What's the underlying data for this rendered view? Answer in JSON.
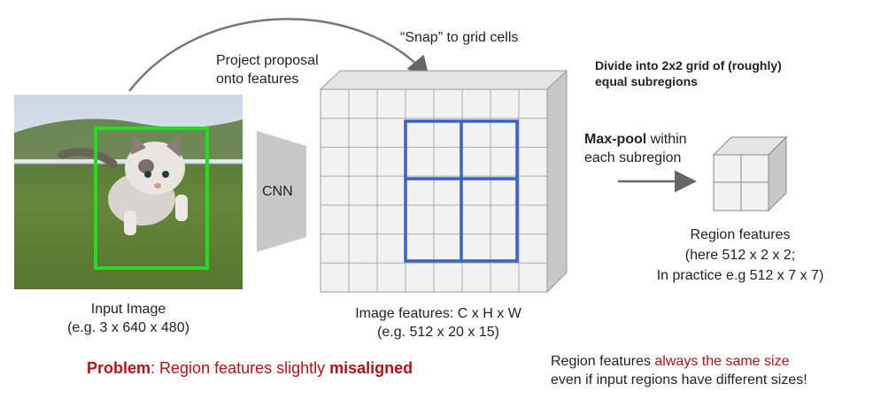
{
  "labels": {
    "snap": "“Snap” to grid cells",
    "project_line1": "Project proposal",
    "project_line2": "onto features",
    "divide_line1": "Divide into 2x2 grid of (roughly)",
    "divide_line2": "equal subregions",
    "maxpool_bold": "Max-pool",
    "maxpool_rest": " within",
    "maxpool_line2": "each subregion",
    "cnn": "CNN",
    "input_line1": "Input Image",
    "input_line2": "(e.g. 3 x 640 x 480)",
    "features_line1": "Image features: C x H x W",
    "features_line2": "(e.g. 512 x 20 x 15)",
    "region_line1": "Region features",
    "region_line2": "(here 512 x 2 x 2;",
    "region_line3": "In practice e.g 512 x 7 x 7)",
    "problem_bold": "Problem",
    "problem_mid": ": Region features slightly ",
    "problem_end": "misaligned",
    "same_size_prefix": "Region features ",
    "same_size_red": "always the same size",
    "same_size_line2": "even if input regions have different sizes!"
  },
  "colors": {
    "proposal_box": "#22dd22",
    "snap_grid": "#3b62c4",
    "problem_red": "#b3121b",
    "cube_face": "#f2f2f2",
    "cube_side": "#c8c8c8",
    "trapezoid": "#c8c8c8"
  }
}
